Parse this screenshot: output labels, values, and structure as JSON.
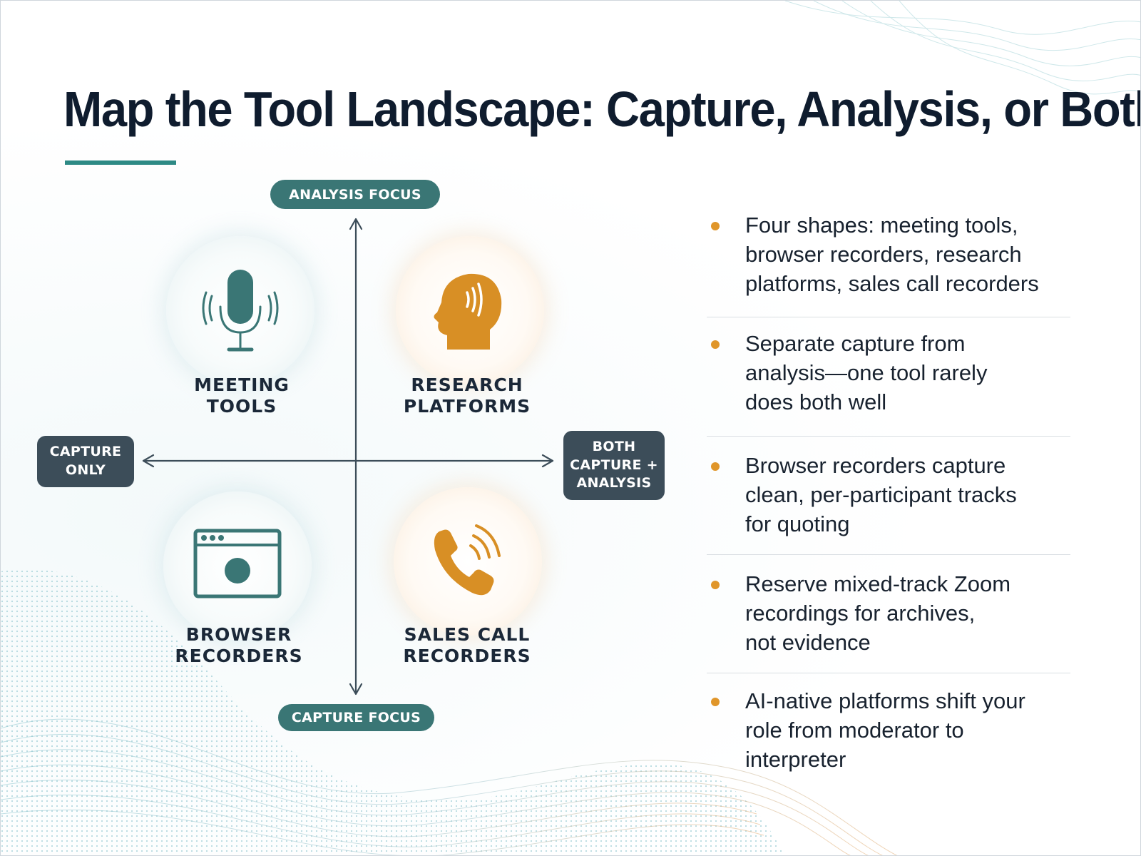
{
  "slide": {
    "title": "Map the Tool Landscape: Capture, Analysis, or Both",
    "colors": {
      "teal": "#3a7675",
      "slate": "#3c4d59",
      "amber": "#e0962a",
      "navy": "#0f1c2e"
    }
  },
  "quadrant_map": {
    "axis_top": "ANALYSIS FOCUS",
    "axis_bottom": "CAPTURE FOCUS",
    "axis_left": [
      "CAPTURE",
      "ONLY"
    ],
    "axis_right": [
      "BOTH",
      "CAPTURE +",
      "ANALYSIS"
    ],
    "quadrants": [
      {
        "label": [
          "MEETING",
          "TOOLS"
        ],
        "icon": "microphone-icon",
        "color": "teal"
      },
      {
        "label": [
          "RESEARCH",
          "PLATFORMS"
        ],
        "icon": "head-speaking-icon",
        "color": "amber"
      },
      {
        "label": [
          "BROWSER",
          "RECORDERS"
        ],
        "icon": "browser-record-icon",
        "color": "teal"
      },
      {
        "label": [
          "SALES CALL",
          "RECORDERS"
        ],
        "icon": "phone-call-icon",
        "color": "amber"
      }
    ]
  },
  "bullets": [
    {
      "lines": [
        "Four shapes: meeting tools,",
        "browser recorders, research",
        "platforms, sales call recorders"
      ]
    },
    {
      "lines": [
        "Separate capture from",
        "analysis—one tool rarely",
        "does both well"
      ]
    },
    {
      "lines": [
        "Browser recorders capture",
        "clean, per-participant tracks",
        "for quoting"
      ]
    },
    {
      "lines": [
        "Reserve mixed-track Zoom",
        "recordings for archives,",
        "not evidence"
      ]
    },
    {
      "lines": [
        "AI-native platforms shift your",
        "role from moderator to",
        "interpreter"
      ]
    }
  ]
}
